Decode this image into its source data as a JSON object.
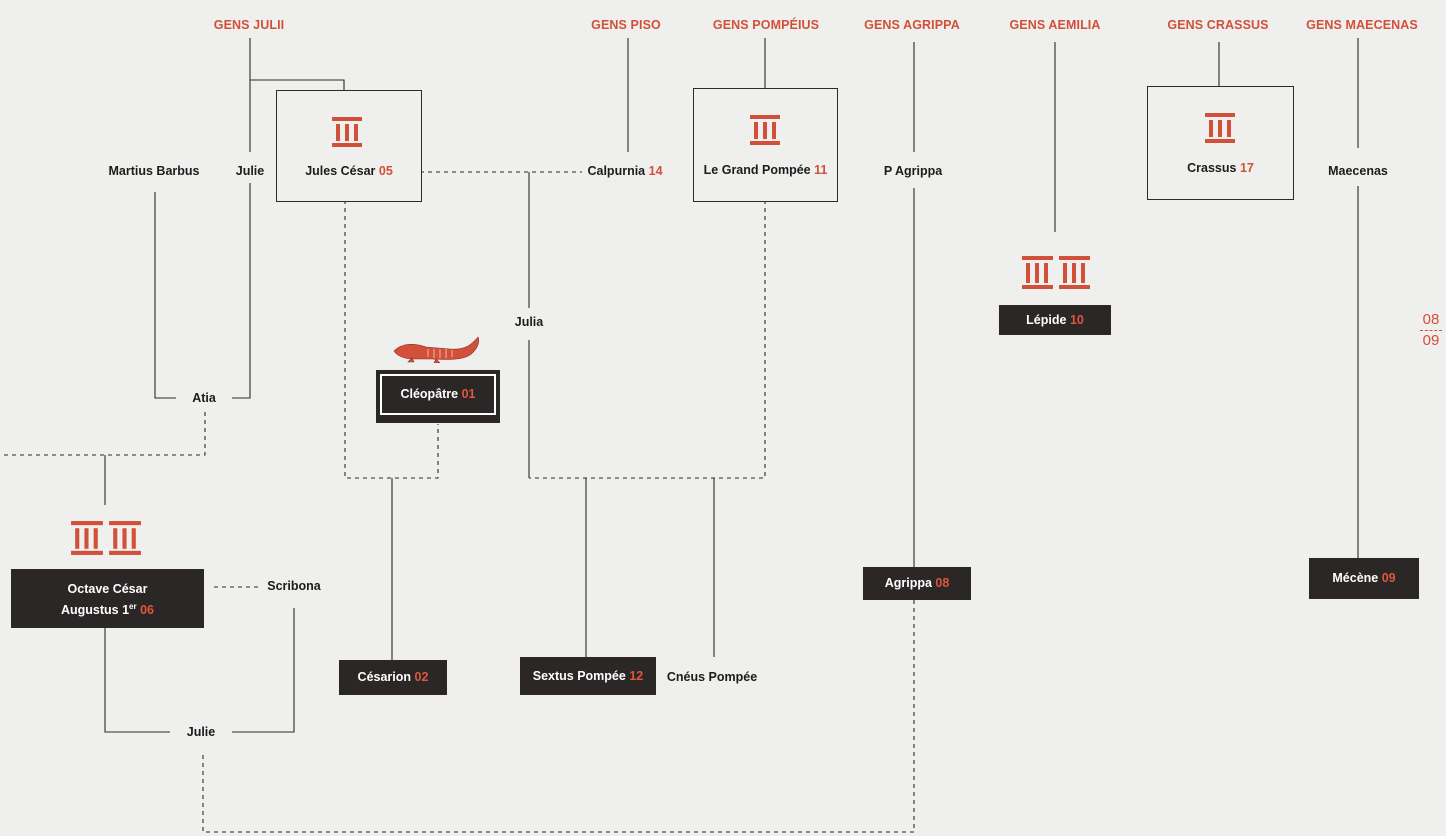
{
  "colors": {
    "accent": "#d2503a",
    "dark_box": "#2a2726",
    "background": "#efefed",
    "line": "#2b2b2b"
  },
  "headers": {
    "julii": "GENS JULII",
    "piso": "GENS PISO",
    "pompeius": "GENS POMPÉIUS",
    "agrippa": "GENS AGRIPPA",
    "aemilia": "GENS AEMILIA",
    "crassus": "GENS CRASSUS",
    "maecenas": "GENS MAECENAS"
  },
  "people": {
    "martius": "Martius Barbus",
    "julie_sister": "Julie",
    "jules": {
      "name": "Jules César",
      "num": "05"
    },
    "calpurnia": {
      "name": "Calpurnia",
      "num": "14"
    },
    "pompee": {
      "name": "Le Grand Pompée",
      "num": "11"
    },
    "p_agrippa": "P Agrippa",
    "crassus": {
      "name": "Crassus",
      "num": "17"
    },
    "maecenas": "Maecenas",
    "lepide": {
      "name": "Lépide",
      "num": "10"
    },
    "julia": "Julia",
    "atia": "Atia",
    "cleopatre": {
      "name": "Cléopâtre",
      "num": "01"
    },
    "octave": {
      "line1": "Octave César",
      "line2": "Augustus 1",
      "sup": "er",
      "num": "06"
    },
    "scribona": "Scribona",
    "cesarion": {
      "name": "Césarion",
      "num": "02"
    },
    "sextus": {
      "name": "Sextus Pompée",
      "num": "12"
    },
    "cneus": "Cnéus Pompée",
    "agrippa": {
      "name": "Agrippa",
      "num": "08"
    },
    "mecene": {
      "name": "Mécène",
      "num": "09"
    },
    "julie_daughter": "Julie"
  },
  "icons": {
    "consul_temple": "temple-icon",
    "double_temple": "double-temple-icon",
    "crocodile": "crocodile-icon"
  },
  "page_numbers": {
    "left": "08",
    "right": "09"
  }
}
